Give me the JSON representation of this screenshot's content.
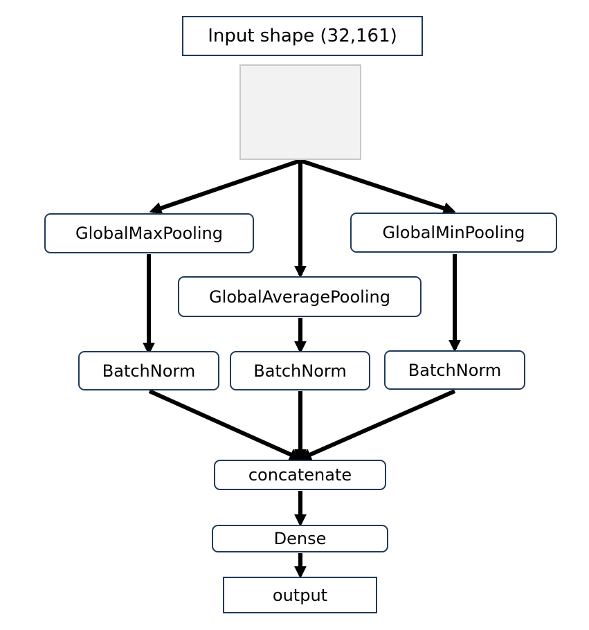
{
  "diagram": {
    "nodes": {
      "input": "Input shape (32,161)",
      "global_max_pooling": "GlobalMaxPooling",
      "global_average_pooling": "GlobalAveragePooling",
      "global_min_pooling": "GlobalMinPooling",
      "batchnorm_left": "BatchNorm",
      "batchnorm_middle": "BatchNorm",
      "batchnorm_right": "BatchNorm",
      "concatenate": "concatenate",
      "dense": "Dense",
      "output": "output"
    },
    "edges": [
      {
        "from": "input",
        "to": "global_max_pooling"
      },
      {
        "from": "input",
        "to": "global_average_pooling"
      },
      {
        "from": "input",
        "to": "global_min_pooling"
      },
      {
        "from": "global_max_pooling",
        "to": "batchnorm_left"
      },
      {
        "from": "global_average_pooling",
        "to": "batchnorm_middle"
      },
      {
        "from": "global_min_pooling",
        "to": "batchnorm_right"
      },
      {
        "from": "batchnorm_left",
        "to": "concatenate"
      },
      {
        "from": "batchnorm_middle",
        "to": "concatenate"
      },
      {
        "from": "batchnorm_right",
        "to": "concatenate"
      },
      {
        "from": "concatenate",
        "to": "dense"
      },
      {
        "from": "dense",
        "to": "output"
      }
    ],
    "colors": {
      "box_border": "#1f3a5a",
      "arrow": "#000000",
      "placeholder_fill": "#f2f2f2",
      "placeholder_border": "#c8c8c8"
    }
  }
}
